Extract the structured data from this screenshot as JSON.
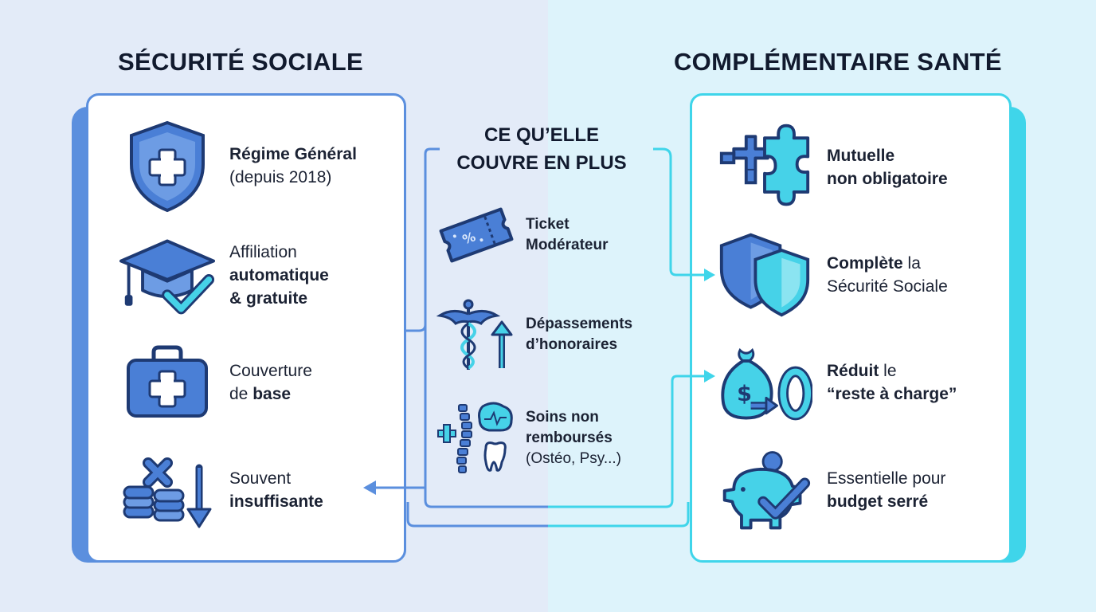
{
  "left": {
    "title": "SÉCURITÉ SOCIALE",
    "items": [
      {
        "icon": "shield-cross-icon",
        "l1": "Régime Général",
        "l1_bold": true,
        "l2": "(depuis 2018)",
        "l2_bold": false
      },
      {
        "icon": "graduation-cap-check-icon",
        "l1": "Affiliation",
        "l1_bold": false,
        "l2": "automatique",
        "l2_bold": true,
        "l3": "& gratuite",
        "l3_bold": true
      },
      {
        "icon": "medical-kit-icon",
        "l1": "Couverture",
        "l1_bold": false,
        "l2a": "de ",
        "l2b": "base"
      },
      {
        "icon": "coins-down-icon",
        "l1": "Souvent",
        "l1_bold": false,
        "l2": "insuffisante",
        "l2_bold": true
      }
    ]
  },
  "middle": {
    "title_l1": "CE QU’ELLE",
    "title_l2": "COUVRE EN PLUS",
    "items": [
      {
        "icon": "ticket-icon",
        "l1": "Ticket",
        "l2": "Modérateur"
      },
      {
        "icon": "caduceus-up-arrow-icon",
        "l1": "Dépassements",
        "l2": "d’honoraires"
      },
      {
        "icon": "spine-brain-tooth-icon",
        "l1": "Soins non",
        "l2": "remboursés",
        "l3": "(Ostéo, Psy...)"
      }
    ]
  },
  "right": {
    "title": "COMPLÉMENTAIRE SANTÉ",
    "items": [
      {
        "icon": "plus-puzzle-icon",
        "l1": "Mutuelle",
        "l2": "non obligatoire"
      },
      {
        "icon": "double-shield-icon",
        "l1a": "Complète",
        "l1b": " la",
        "l2": "Sécurité Sociale"
      },
      {
        "icon": "money-bag-zero-icon",
        "l1a": "Réduit",
        "l1b": " le",
        "l2": "“reste à charge”"
      },
      {
        "icon": "piggy-bank-check-icon",
        "l1": "Essentielle pour",
        "l2": "budget serré"
      }
    ]
  },
  "colors": {
    "blue": "#5b8fde",
    "cyan": "#3fd5ea",
    "icon_blue": "#4a7fd6",
    "icon_cyan": "#46d2e8",
    "outline": "#1e3a73"
  }
}
